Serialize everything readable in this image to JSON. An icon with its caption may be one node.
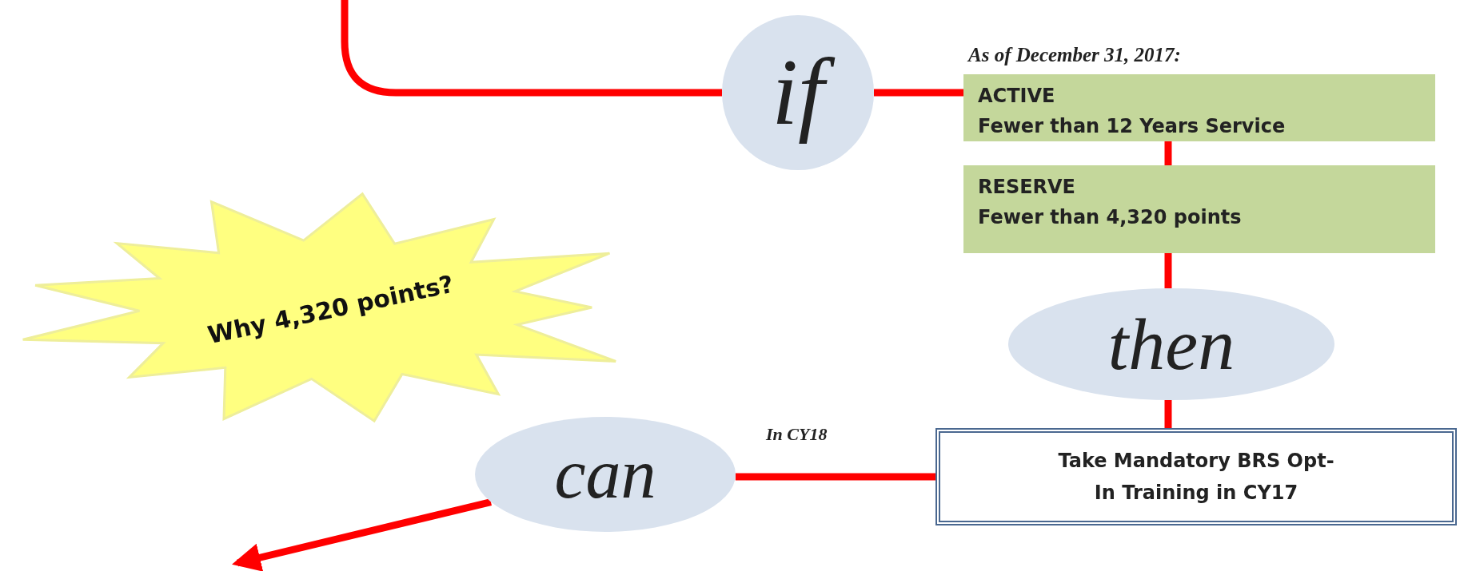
{
  "diagram": {
    "nodes": [
      {
        "text": [
          "if"
        ]
      },
      {
        "text": [
          "ACTIVE",
          "Fewer than 12 Years Service"
        ],
        "beside": [
          "As of December 31, 2017:"
        ]
      },
      {
        "text": [
          "RESERVE",
          "Fewer than 4,320 points"
        ]
      },
      {
        "text": [
          "Why 4,320 points?"
        ]
      },
      {
        "text": [
          "then"
        ]
      },
      {
        "text": [
          "Take Mandatory BRS Opt-In Training in CY17"
        ]
      },
      {
        "text": [
          "can"
        ]
      }
    ],
    "edges": [
      {
        "from": null,
        "to": 0,
        "arrow": "none"
      },
      {
        "from": 0,
        "to": 1,
        "arrow": "none"
      },
      {
        "from": 1,
        "to": 2,
        "arrow": "none"
      },
      {
        "from": 2,
        "to": 4,
        "arrow": "none"
      },
      {
        "from": 4,
        "to": 5,
        "arrow": "none"
      },
      {
        "from": 5,
        "to": 6,
        "arrow": "none",
        "label": "In CY18"
      },
      {
        "from": 6,
        "to": null,
        "arrow": "to"
      }
    ]
  }
}
